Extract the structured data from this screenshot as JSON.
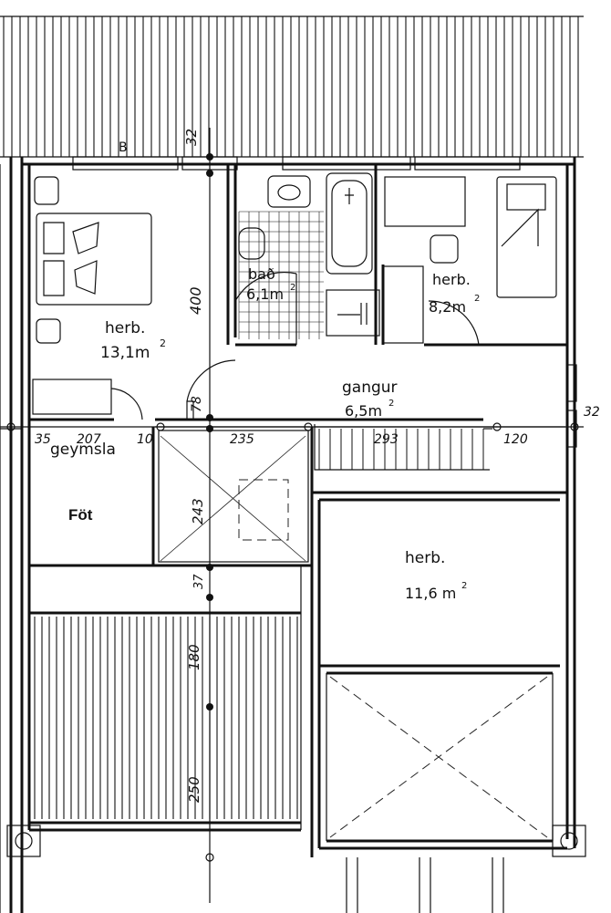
{
  "rooms": {
    "bedroom_large": {
      "name": "herb.",
      "area": "13,1m",
      "sup": "2"
    },
    "bathroom": {
      "name": "bað",
      "area": "6,1m",
      "sup": "2"
    },
    "bedroom_small": {
      "name": "herb.",
      "area": "8,2m",
      "sup": "2"
    },
    "hallway": {
      "name": "gangur",
      "area": "6,5m",
      "sup": "2"
    },
    "storage": {
      "name": "geymsla",
      "subtitle": "Föt"
    },
    "bedroom_lower": {
      "name": "herb.",
      "area": "11,6 m",
      "sup": "2"
    }
  },
  "dimensions": {
    "top_32": "32",
    "right_32": "32",
    "d400": "400",
    "d78": "78",
    "d35": "35",
    "d207": "207",
    "d10": "10",
    "d235": "235",
    "d293": "293",
    "d120": "120",
    "d243": "243",
    "d37": "37",
    "d180": "180",
    "d250": "250"
  },
  "marks": {
    "b": "B"
  }
}
